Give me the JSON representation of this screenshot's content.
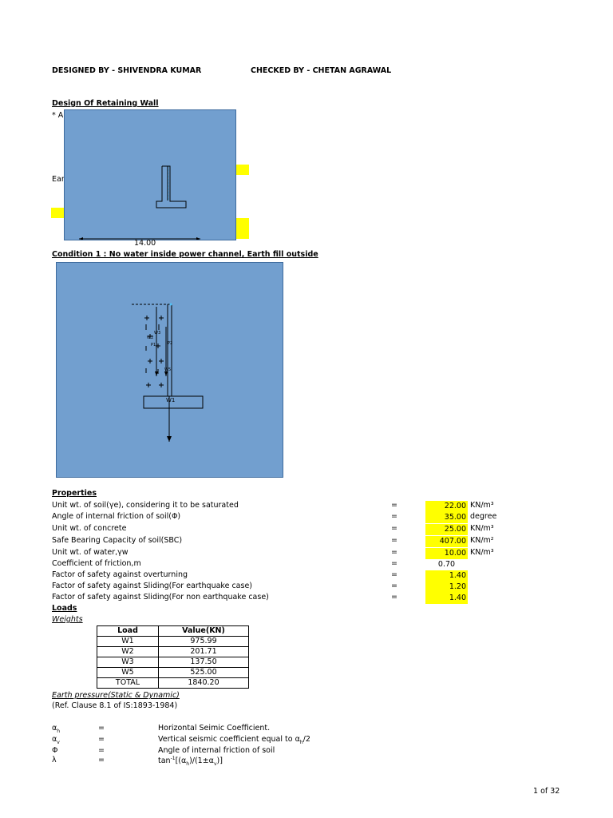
{
  "header": {
    "designed_by": "DESIGNED BY - SHIVENDRA KUMAR",
    "checked_by": "CHECKED BY - CHETAN AGRAWAL"
  },
  "section_title": "Design Of Retaining Wall",
  "hidden_text": {
    "line1_start": "* A",
    "line2_start": "Ear"
  },
  "figure1": {
    "dimension_label": "14.00"
  },
  "condition_title": "Condition 1 : No water inside power channel, Earth fill outside",
  "figure2": {
    "load_label": "W1",
    "small_labels": [
      "W2",
      "W3",
      "P1",
      "P2",
      "W5"
    ]
  },
  "properties": {
    "title": "Properties",
    "rows": [
      {
        "label": "Unit wt. of soil(γe), considering it to be saturated",
        "eq": "=",
        "value": "22.00",
        "unit": "KN/m³",
        "highlight": true
      },
      {
        "label": "Angle of internal friction of soil(Φ)",
        "eq": "=",
        "value": "35.00",
        "unit": "degree",
        "highlight": true
      },
      {
        "label": "Unit wt. of concrete",
        "eq": "=",
        "value": "25.00",
        "unit": "KN/m³",
        "highlight": true
      },
      {
        "label": "Safe Bearing Capacity of soil(SBC)",
        "eq": "=",
        "value": "407.00",
        "unit": "KN/m²",
        "highlight": true
      },
      {
        "label": "Unit wt. of water,γw",
        "eq": "=",
        "value": "10.00",
        "unit": "KN/m³",
        "highlight": true
      },
      {
        "label": "Coefficient of friction,m",
        "eq": "=",
        "value": "0.70",
        "unit": "",
        "highlight": false
      },
      {
        "label": "Factor of safety against overturning",
        "eq": "=",
        "value": "1.40",
        "unit": "",
        "highlight": true
      },
      {
        "label": "Factor of safety against Sliding(For earthquake case)",
        "eq": "=",
        "value": "1.20",
        "unit": "",
        "highlight": true
      },
      {
        "label": "Factor of safety against Sliding(For non earthquake case)",
        "eq": "=",
        "value": "1.40",
        "unit": "",
        "highlight": true
      }
    ]
  },
  "loads": {
    "title": "Loads",
    "weights_title": "Weights",
    "table": {
      "headers": [
        "Load",
        "Value(KN)"
      ],
      "rows": [
        [
          "W1",
          "975.99"
        ],
        [
          "W2",
          "201.71"
        ],
        [
          "W3",
          "137.50"
        ],
        [
          "W5",
          "525.00"
        ],
        [
          "TOTAL",
          "1840.20"
        ]
      ]
    }
  },
  "earth_pressure": {
    "title": "Earth pressure(Static  & Dynamic)",
    "reference": "(Ref. Clause 8.1 of IS:1893-1984)",
    "symbols": [
      {
        "sym": "α",
        "sub": "h",
        "eq": "=",
        "desc": "Horizontal Seimic Coefficient."
      },
      {
        "sym": "α",
        "sub": "v",
        "eq": "=",
        "desc": "Vertical seismic coefficient  equal to α"
      },
      {
        "sym": "Φ",
        "sub": "",
        "eq": "=",
        "desc": "Angle of internal friction of soil"
      },
      {
        "sym": "λ",
        "sub": "",
        "eq": "=",
        "desc": "tan"
      }
    ],
    "alpha_v_suffix": "/2",
    "lambda_formula": "[(α",
    "lambda_formula_mid": ")/(1±α",
    "lambda_formula_end": ")]"
  },
  "footer": {
    "page": "1 of 32"
  }
}
